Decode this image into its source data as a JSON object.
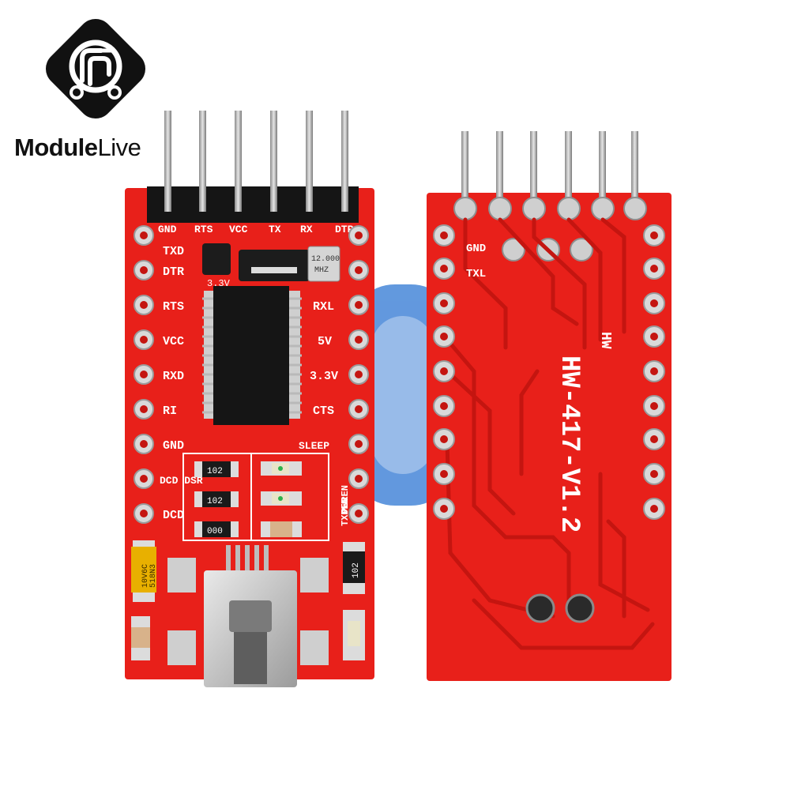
{
  "brand": {
    "name_bold": "Module",
    "name_light": "Live"
  },
  "colors": {
    "pcb": "#e8201a",
    "pcb_dark": "#c41510",
    "pad": "#d9d9d9",
    "watermark": "#3b7fd6"
  },
  "front_board": {
    "header_labels": [
      "GND",
      "RTS",
      "VCC",
      "TX",
      "RX",
      "DTR"
    ],
    "jumper_label": "3.3V",
    "crystal_label": [
      "12.000",
      "MHZ"
    ],
    "left_labels": [
      "TXD",
      "DTR",
      "RTS",
      "VCC",
      "RXD",
      "RI",
      "GND",
      "DCD DSR",
      "DCD"
    ],
    "right_labels": [
      "RXL",
      "5V",
      "3.3V",
      "CTS",
      "SLEEP",
      "PWREN",
      "TXDEN"
    ],
    "resistor_labels": [
      "102",
      "102",
      "000",
      "102"
    ],
    "capacitor_label": [
      "10V6C",
      "518N3"
    ]
  },
  "back_board": {
    "label_gnd": "GND",
    "label_txl": "TXL",
    "label_hw": "HW",
    "model": "HW-417-V1.2"
  }
}
